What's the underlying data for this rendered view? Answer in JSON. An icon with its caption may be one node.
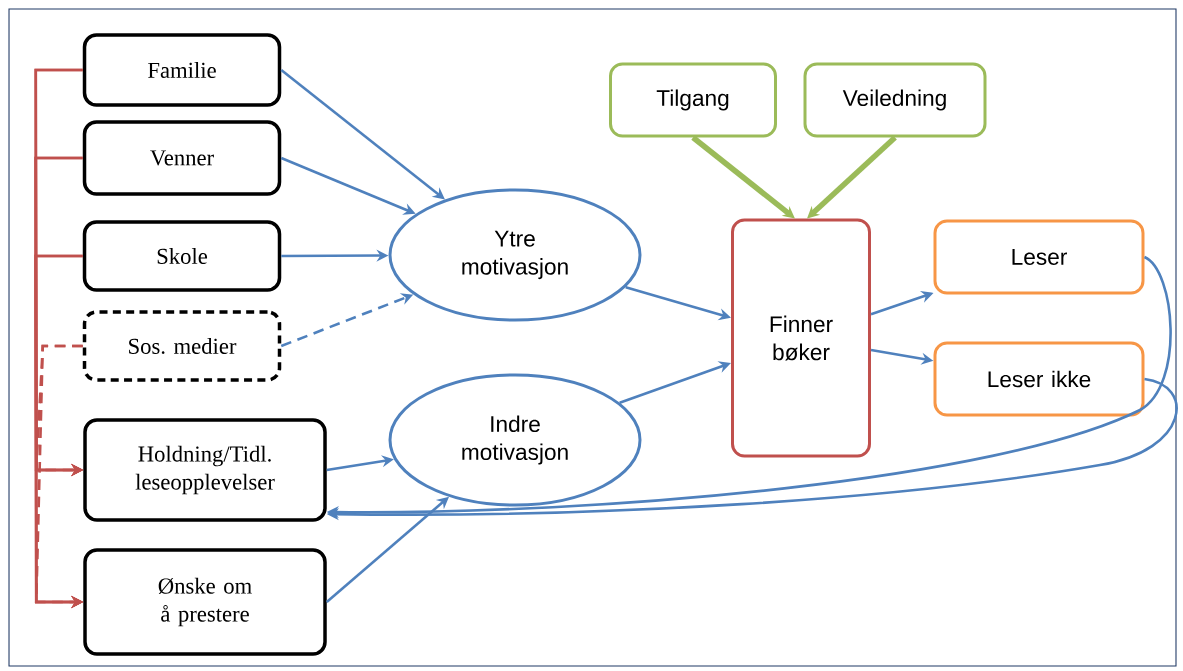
{
  "diagram": {
    "nodes": [
      {
        "text": [
          "Familie"
        ]
      },
      {
        "text": [
          "Venner"
        ]
      },
      {
        "text": [
          "Skole"
        ]
      },
      {
        "text": [
          "Sos. medier"
        ]
      },
      {
        "text": [
          "Holdning/Tidl. leseopplevelser"
        ]
      },
      {
        "text": [
          "Ønske om å prestere"
        ]
      },
      {
        "text": [
          "Ytre motivasjon"
        ]
      },
      {
        "text": [
          "Indre motivasjon"
        ]
      },
      {
        "text": [
          "Tilgang"
        ]
      },
      {
        "text": [
          "Veiledning"
        ]
      },
      {
        "text": [
          "Finner bøker"
        ]
      },
      {
        "text": [
          "Leser"
        ]
      },
      {
        "text": [
          "Leser ikke"
        ]
      }
    ],
    "edges": [
      {
        "from": 0,
        "to": 6,
        "arrow": "to"
      },
      {
        "from": 1,
        "to": 6,
        "arrow": "to"
      },
      {
        "from": 2,
        "to": 6,
        "arrow": "to"
      },
      {
        "from": 3,
        "to": 6,
        "arrow": "to",
        "style": "dashed"
      },
      {
        "from": 4,
        "to": 7,
        "arrow": "to"
      },
      {
        "from": 5,
        "to": 7,
        "arrow": "to"
      },
      {
        "from": 6,
        "to": 10,
        "arrow": "to"
      },
      {
        "from": 7,
        "to": 10,
        "arrow": "to"
      },
      {
        "from": 8,
        "to": 10,
        "arrow": "to",
        "style": "thick",
        "color": "#9bbb59"
      },
      {
        "from": 9,
        "to": 10,
        "arrow": "to",
        "style": "thick",
        "color": "#9bbb59"
      },
      {
        "from": 10,
        "to": 11,
        "arrow": "to"
      },
      {
        "from": 10,
        "to": 12,
        "arrow": "to"
      },
      {
        "from": 11,
        "to": 4,
        "arrow": "to"
      },
      {
        "from": 12,
        "to": 4,
        "arrow": "to"
      },
      {
        "from": 0,
        "to": 4,
        "arrow": "to",
        "color": "#c0504d"
      },
      {
        "from": 0,
        "to": 5,
        "arrow": "to",
        "color": "#c0504d"
      },
      {
        "from": 1,
        "to": 4,
        "arrow": "to",
        "color": "#c0504d"
      },
      {
        "from": 1,
        "to": 5,
        "arrow": "to",
        "color": "#c0504d"
      },
      {
        "from": 2,
        "to": 4,
        "arrow": "to",
        "color": "#c0504d"
      },
      {
        "from": 2,
        "to": 5,
        "arrow": "to",
        "color": "#c0504d"
      },
      {
        "from": 3,
        "to": 4,
        "arrow": "to",
        "style": "dashed",
        "color": "#c0504d"
      },
      {
        "from": 3,
        "to": 5,
        "arrow": "to",
        "style": "dashed",
        "color": "#c0504d"
      }
    ]
  }
}
